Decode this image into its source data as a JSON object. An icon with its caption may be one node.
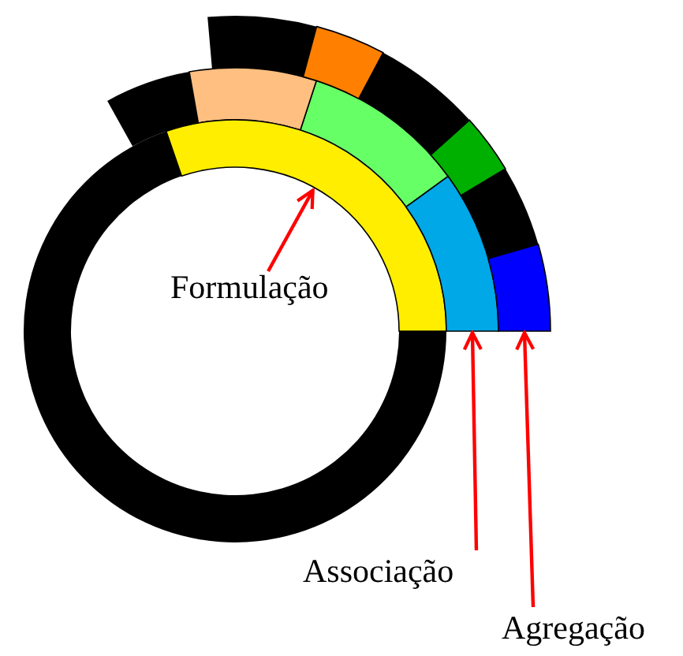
{
  "diagram": {
    "nodes": [
      {
        "text": [
          "Formulação"
        ]
      },
      {
        "text": [],
        "shape": "band"
      },
      {
        "text": [
          "Associação"
        ]
      },
      {
        "text": [],
        "shape": "band"
      },
      {
        "text": [
          "Agregação"
        ]
      },
      {
        "text": [],
        "shape": "band"
      }
    ],
    "edges": [
      {
        "from": 0,
        "to": 1,
        "arrow": "to",
        "color": "#ff0000"
      },
      {
        "from": 2,
        "to": 3,
        "arrow": "to",
        "color": "#ff0000"
      },
      {
        "from": 4,
        "to": 5,
        "arrow": "to",
        "color": "#ff0000"
      }
    ]
  }
}
